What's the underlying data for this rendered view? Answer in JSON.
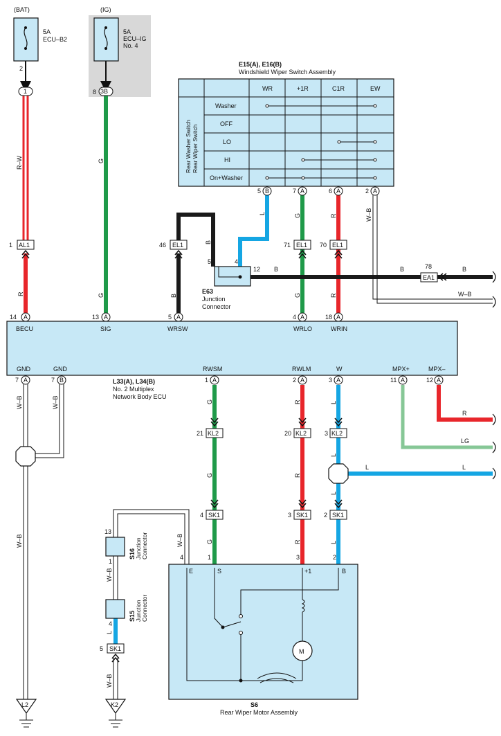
{
  "colors": {
    "red": "#e8262b",
    "green": "#1f9a49",
    "black": "#1a1a1a",
    "blue": "#15a6e3",
    "light_green": "#86c796",
    "box_fill": "#c7e8f6",
    "shade": "#d8d8d8"
  },
  "fuse_bat": {
    "source": "(BAT)",
    "rating": "5A",
    "name": "ECU–B2",
    "pin": "2"
  },
  "fuse_ig": {
    "source": "(IG)",
    "rating": "5A",
    "name1": "ECU–IG",
    "name2": "No. 4",
    "pin": "8"
  },
  "wire_labels": {
    "rw": "R–W",
    "r": "R",
    "g": "G",
    "b": "B",
    "l": "L",
    "wb": "W–B",
    "lg": "LG"
  },
  "connectors": {
    "c1": "1",
    "c3b": "3B",
    "al1": "AL1",
    "el1": "EL1",
    "ea1": "EA1",
    "kl2": "KL2",
    "sk1": "SK1",
    "a": "A",
    "b": "B"
  },
  "pins": {
    "al1": "1",
    "el1_46": "46",
    "el1_71": "71",
    "el1_70": "70",
    "ea1": "78",
    "sw_b": "5",
    "sw_7": "7",
    "sw_6": "6",
    "sw_2": "2",
    "e63_5": "5",
    "e63_4": "4",
    "e63_12": "12",
    "ecu_14": "14",
    "ecu_13": "13",
    "ecu_5": "5",
    "ecu_4": "4",
    "ecu_18": "18",
    "ecu_7a": "7",
    "ecu_7b": "7",
    "ecu_1": "1",
    "ecu_2": "2",
    "ecu_3": "3",
    "ecu_11": "11",
    "ecu_12": "12",
    "kl2_21": "21",
    "kl2_20": "20",
    "kl2_3": "3",
    "sk1_4": "4",
    "sk1_3": "3",
    "sk1_2": "2",
    "sk1_5": "5",
    "s16_13": "13",
    "s16_1": "1",
    "s15_4": "4",
    "m_4": "4",
    "m_1": "1",
    "m_3": "3",
    "m_2": "2"
  },
  "switch": {
    "title1": "E15(A), E16(B)",
    "title2": "Windshield Wiper Switch Assembly",
    "side1": "Rear Washer Switch",
    "side2": "Rear Wiper Switch",
    "columns": [
      "WR",
      "+1R",
      "C1R",
      "EW"
    ],
    "rows": [
      "Washer",
      "OFF",
      "LO",
      "HI",
      "On+Washer"
    ]
  },
  "e63": {
    "code": "E63",
    "line1": "Junction",
    "line2": "Connector"
  },
  "ecu": {
    "code": "L33(A), L34(B)",
    "line1": "No. 2 Multiplex",
    "line2": "Network Body ECU",
    "top_terms": [
      "BECU",
      "SIG",
      "WRSW",
      "WRLO",
      "WRIN"
    ],
    "bottom_terms": [
      "GND",
      "GND",
      "RWSM",
      "RWLM",
      "W",
      "MPX+",
      "MPX–"
    ]
  },
  "s16": {
    "code": "S16",
    "line1": "Junction",
    "line2": "Connector"
  },
  "s15": {
    "code": "S15",
    "line1": "Junction",
    "line2": "Connector"
  },
  "motor": {
    "code": "S6",
    "name": "Rear Wiper Motor Assembly",
    "terms": [
      "E",
      "S",
      "+1",
      "B"
    ],
    "m": "M"
  },
  "grounds": {
    "l2": "L2",
    "k2": "K2"
  }
}
